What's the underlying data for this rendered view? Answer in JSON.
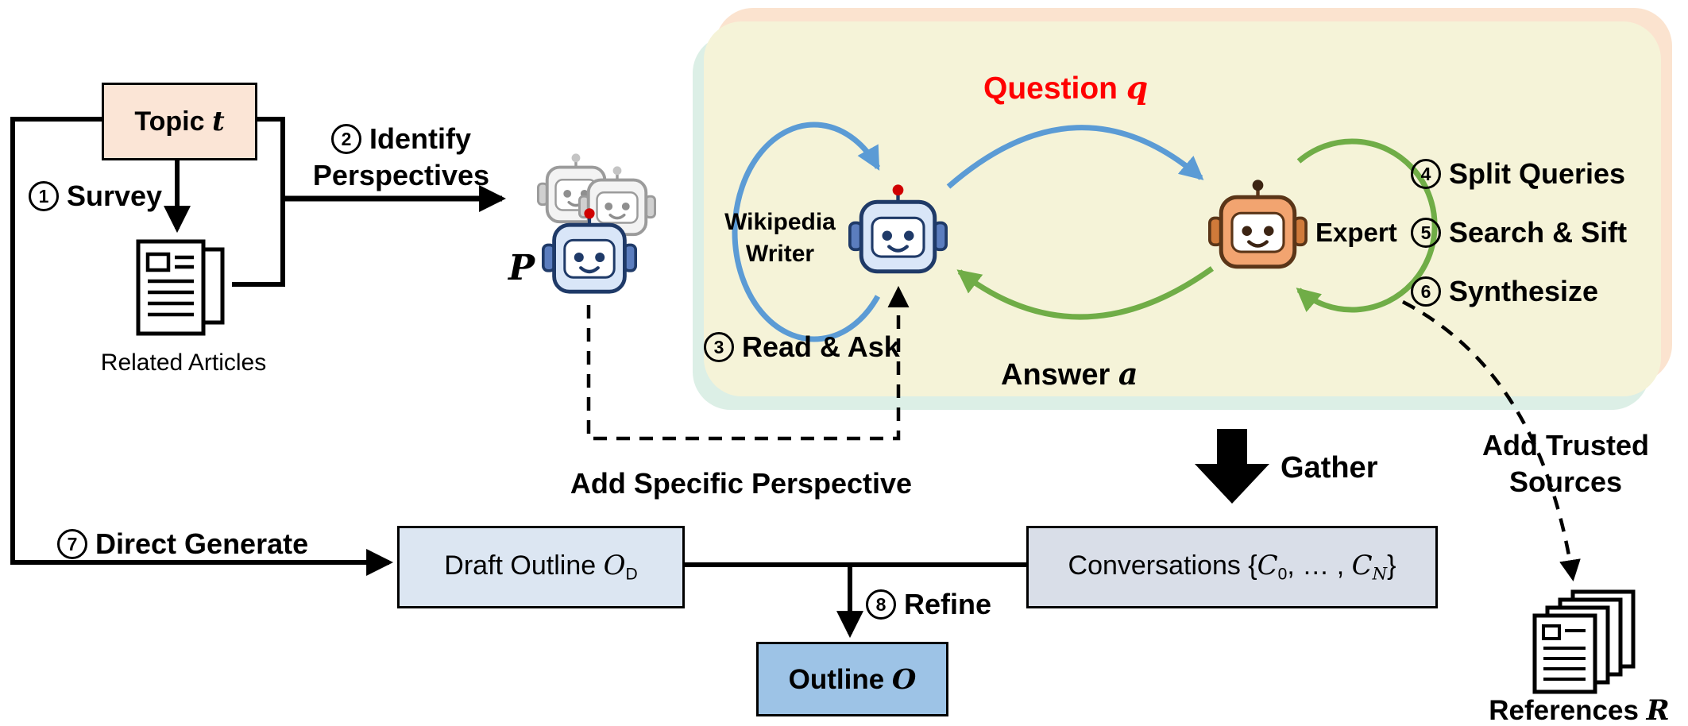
{
  "labels": {
    "topic": {
      "word": "Topic ",
      "sym": "t"
    },
    "survey": {
      "n": "1",
      "text": "Survey"
    },
    "related_articles": "Related Articles",
    "identify": {
      "n": "2",
      "line1": "Identify",
      "line2": "Perspectives"
    },
    "p_symbol": "P",
    "wikipedia_writer": {
      "line1": "Wikipedia",
      "line2": "Writer"
    },
    "question": {
      "word": "Question ",
      "sym": "q"
    },
    "answer": {
      "word": "Answer ",
      "sym": "a"
    },
    "expert": "Expert",
    "read_ask": {
      "n": "3",
      "text": "Read & Ask"
    },
    "split_queries": {
      "n": "4",
      "text": "Split Queries"
    },
    "search_sift": {
      "n": "5",
      "text": "Search & Sift"
    },
    "synthesize": {
      "n": "6",
      "text": "Synthesize"
    },
    "add_specific_perspective": "Add Specific Perspective",
    "gather": "Gather",
    "add_trusted": {
      "line1": "Add Trusted",
      "line2": "Sources"
    },
    "direct_generate": {
      "n": "7",
      "text": "Direct Generate"
    },
    "refine": {
      "n": "8",
      "text": "Refine"
    },
    "draft_outline": {
      "word": "Draft Outline ",
      "sym": "O",
      "sub": "D"
    },
    "conversations": {
      "word": "Conversations {",
      "c1": "C",
      "sub1": "0",
      "dots": ", … , ",
      "c2": "C",
      "sub2": "N",
      "close": "}"
    },
    "outline": {
      "word": "Outline ",
      "sym": "O"
    },
    "references": {
      "word": "References ",
      "sym": "R"
    }
  },
  "colors": {
    "question_red": "#ff0000",
    "arrow_blue": "#5b9bd5",
    "arrow_green": "#70ad47",
    "flow_black": "#000000",
    "topic_fill": "#fbe5d6",
    "draft_outline_fill": "#dce6f2",
    "conversations_fill": "#d9dee8",
    "outline_fill": "#9dc3e6",
    "panel_peach": "#fbe3cf",
    "panel_yellow": "#f5f3d8",
    "panel_mint": "#dcefe6"
  }
}
